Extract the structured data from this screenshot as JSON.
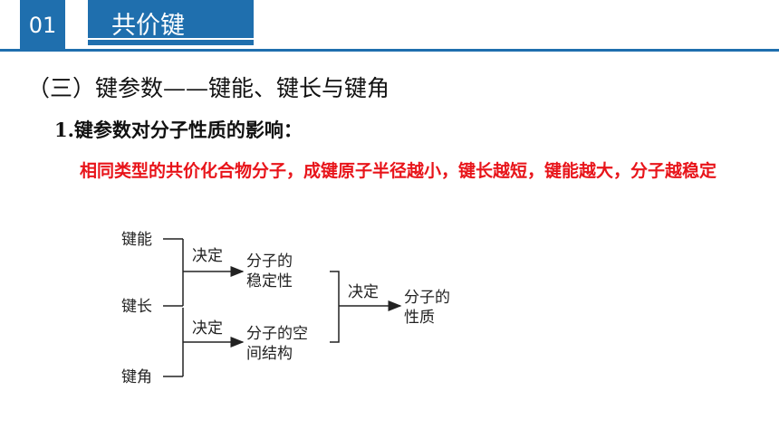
{
  "header": {
    "section_number": "01",
    "title": "共价键"
  },
  "section_heading": "（三）键参数——键能、键长与键角",
  "sub_heading": "1.键参数对分子性质的影响：",
  "highlight_text": "相同类型的共价化合物分子，成键原子半径越小，键长越短，键能越大，分子越稳定",
  "diagram": {
    "bond_energy": "键能",
    "bond_length": "键长",
    "bond_angle": "键角",
    "determines_1": "决定",
    "determines_2": "决定",
    "determines_3": "决定",
    "stability_line1": "分子的",
    "stability_line2": "稳定性",
    "structure_line1": "分子的空",
    "structure_line2": "间结构",
    "property_line1": "分子的",
    "property_line2": "性质"
  },
  "colors": {
    "accent": "#1f6fae",
    "highlight": "#e8141a"
  }
}
